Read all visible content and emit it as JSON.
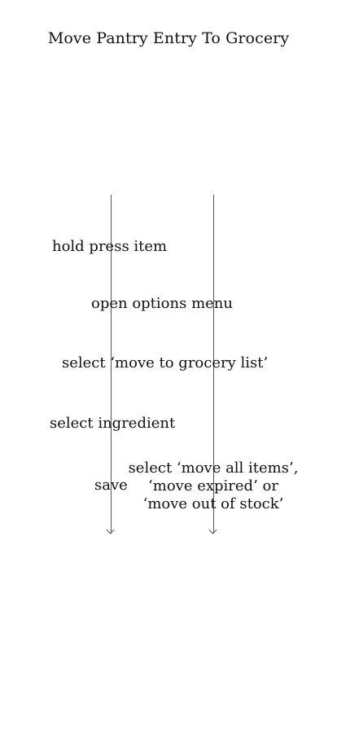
{
  "title": "Move Pantry Entry To Grocery",
  "steps": {
    "hold_press": "hold press item",
    "open_options": "open options menu",
    "select_move": "select ‘move to grocery list’",
    "select_ingredient": "select ingredient",
    "save": "save",
    "bulk_options": [
      "select ‘move  all items’,",
      "‘move expired’ or",
      "‘move out of stock’"
    ]
  }
}
